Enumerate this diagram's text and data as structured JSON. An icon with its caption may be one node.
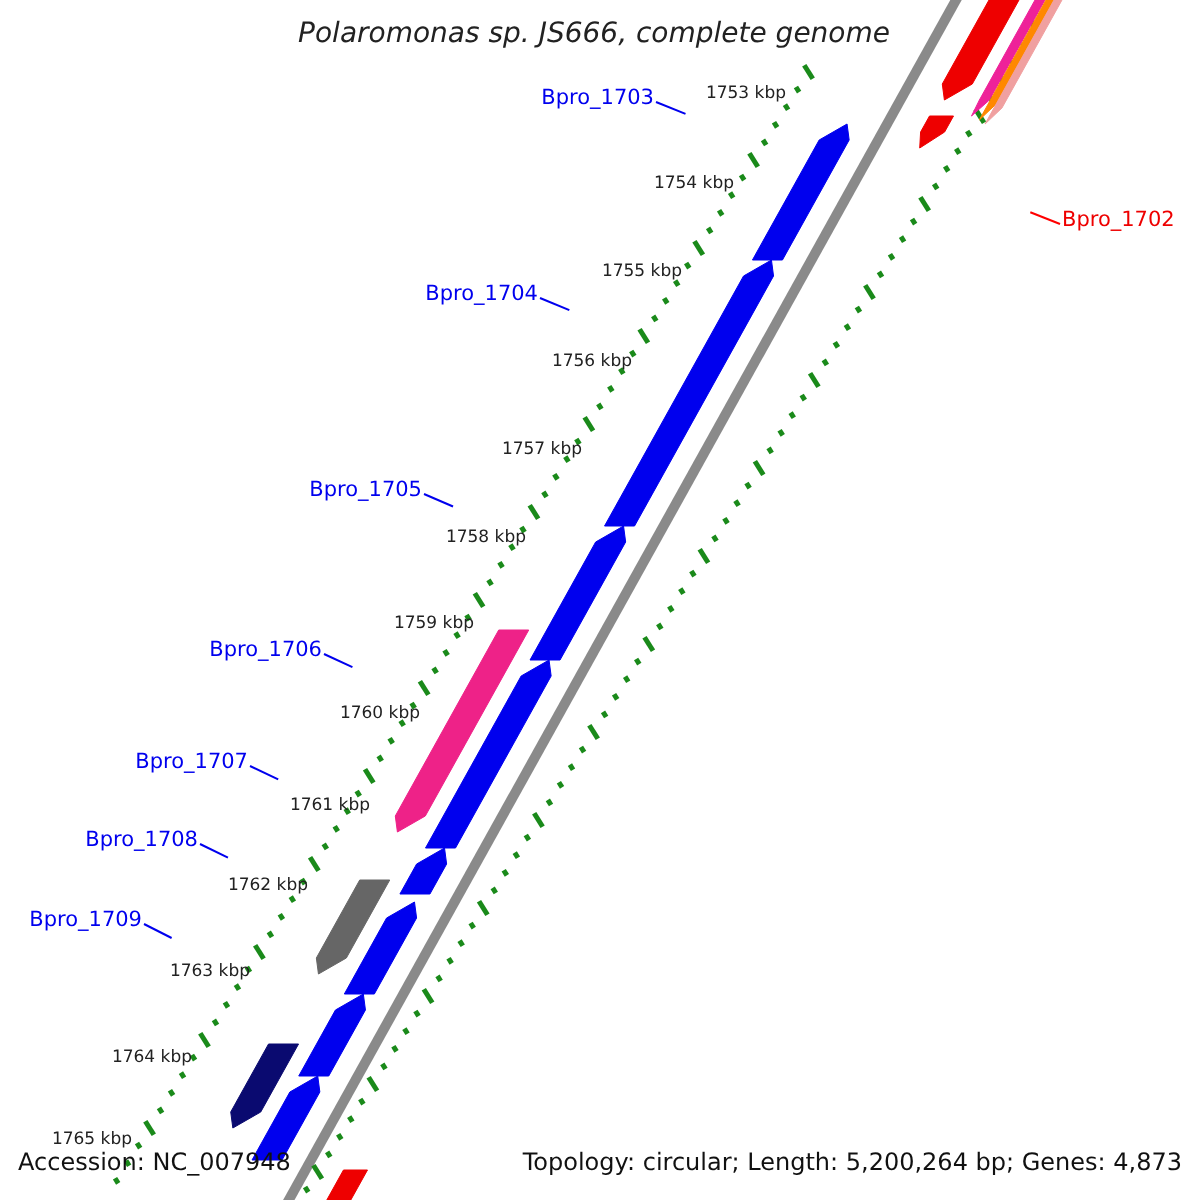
{
  "diagram": {
    "title": "Polaromonas sp. JS666, complete genome",
    "nodes": [
      {
        "text": [
          "Bpro_1703"
        ]
      },
      {
        "text": [
          "Bpro_1702"
        ]
      },
      {
        "text": [
          "Bpro_1704"
        ]
      },
      {
        "text": [
          "Bpro_1705"
        ]
      },
      {
        "text": [
          "Bpro_1706"
        ]
      },
      {
        "text": [
          "Bpro_1707"
        ]
      },
      {
        "text": [
          "Bpro_1708"
        ]
      },
      {
        "text": [
          "Bpro_1709"
        ]
      }
    ],
    "edges": [
      {
        "from": 0,
        "to": null,
        "arrow": "none"
      },
      {
        "from": 1,
        "to": null,
        "arrow": "none",
        "color": "#ff0000"
      },
      {
        "from": 2,
        "to": null,
        "arrow": "none"
      },
      {
        "from": 3,
        "to": null,
        "arrow": "none"
      },
      {
        "from": 4,
        "to": null,
        "arrow": "none"
      },
      {
        "from": 5,
        "to": null,
        "arrow": "none"
      },
      {
        "from": 6,
        "to": null,
        "arrow": "none"
      },
      {
        "from": 7,
        "to": null,
        "arrow": "none"
      }
    ],
    "labels": [
      "1753 kbp",
      "1754 kbp",
      "1755 kbp",
      "1756 kbp",
      "1757 kbp",
      "1758 kbp",
      "1759 kbp",
      "1760 kbp",
      "1761 kbp",
      "1762 kbp",
      "1763 kbp",
      "1764 kbp",
      "1765 kbp",
      "Accession: NC_007948",
      "Topology: circular; Length: 5,200,264 bp; Genes: 4,873"
    ]
  }
}
